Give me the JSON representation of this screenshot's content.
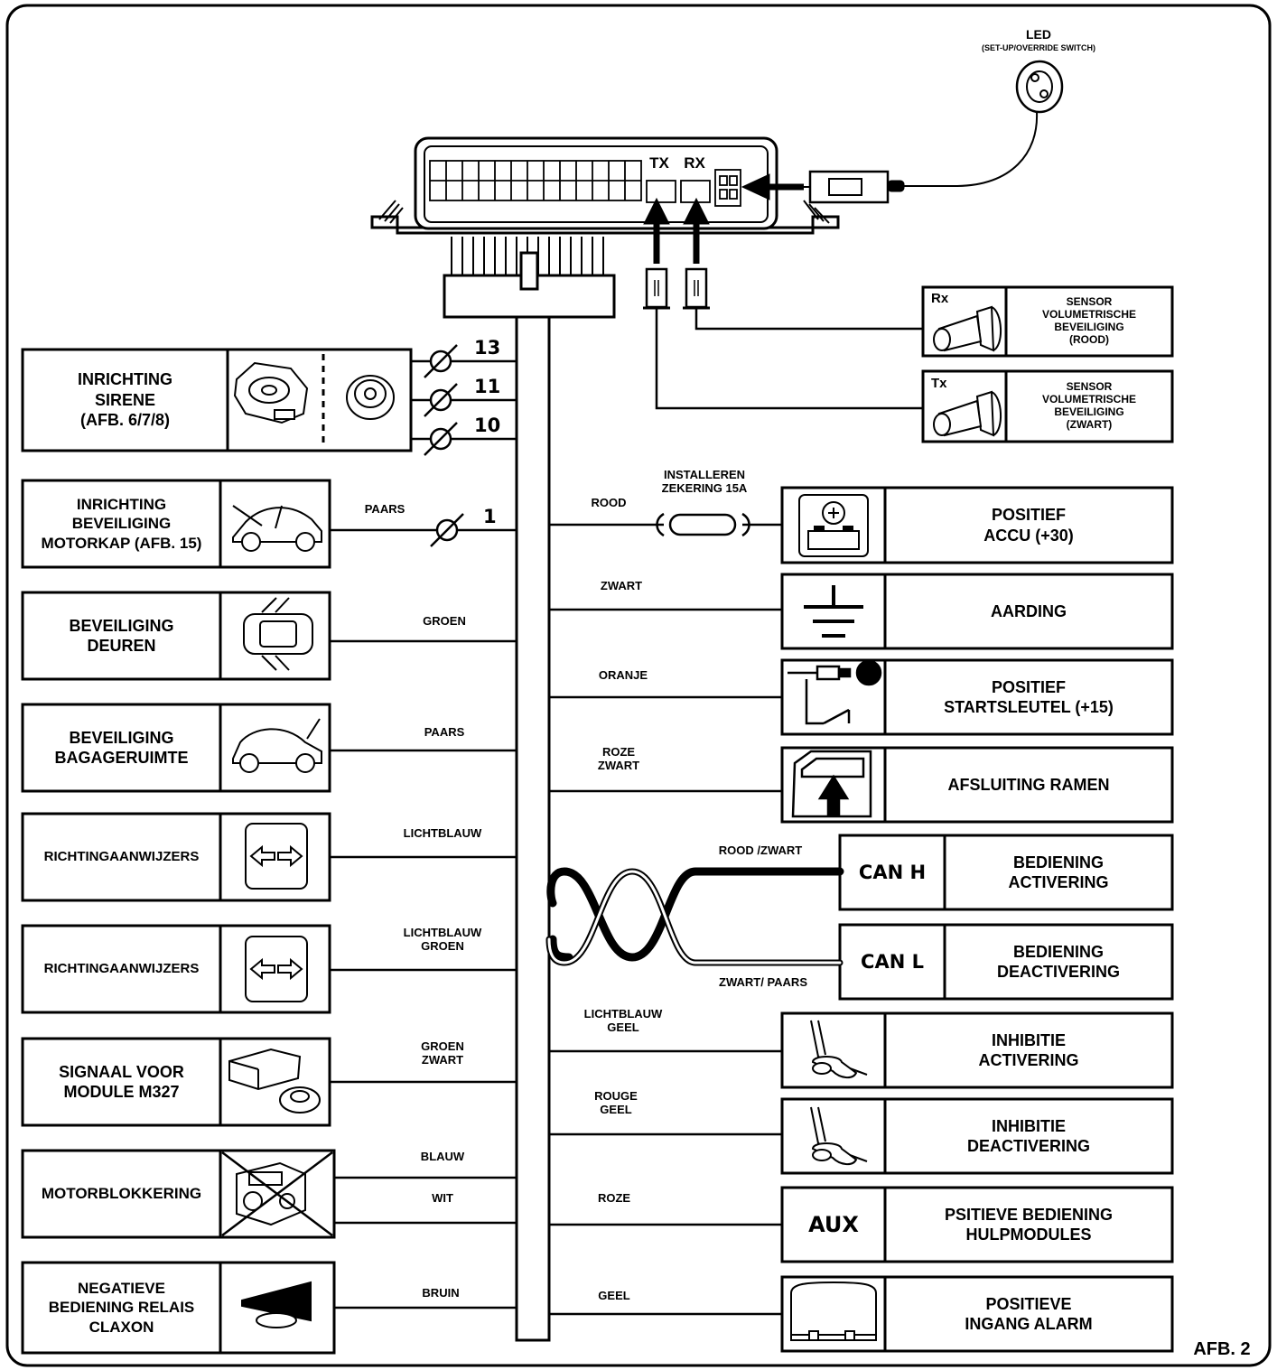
{
  "figure_label": "AFB. 2",
  "led": {
    "title": "LED",
    "subtitle": "(SET-UP/OVERRIDE SWITCH)"
  },
  "ports": {
    "tx": "TX",
    "rx": "RX"
  },
  "sensors": [
    {
      "tag": "Rx",
      "label": "SENSOR\nVOLUMETRISCHE\nBEVEILIGING\n(ROOD)"
    },
    {
      "tag": "Tx",
      "label": "SENSOR\nVOLUMETRISCHE\nBEVEILIGING\n(ZWART)"
    }
  ],
  "left": [
    {
      "label": "INRICHTING\nSIRENE\n(AFB. 6/7/8)",
      "icon": "siren-icon",
      "pins": [
        "13",
        "11",
        "10"
      ]
    },
    {
      "label": "INRICHTING\nBEVEILIGING\nMOTORKAP (AFB. 15)",
      "icon": "car-hood-icon",
      "wire": "PAARS",
      "pin": "1"
    },
    {
      "label": "BEVEILIGING\nDEUREN",
      "icon": "car-doors-icon",
      "wire": "GROEN"
    },
    {
      "label": "BEVEILIGING\nBAGAGERUIMTE",
      "icon": "car-trunk-icon",
      "wire": "PAARS"
    },
    {
      "label": "RICHTINGAANWIJZERS",
      "icon": "turn-signal-icon",
      "wire": "LICHTBLAUW"
    },
    {
      "label": "RICHTINGAANWIJZERS",
      "icon": "turn-signal-icon",
      "wire": "LICHTBLAUW\nGROEN"
    },
    {
      "label": "SIGNAAL VOOR\nMODULE M327",
      "icon": "module-icon",
      "wire": "GROEN\nZWART"
    },
    {
      "label": "MOTORBLOKKERING",
      "icon": "engine-icon",
      "wires": [
        "BLAUW",
        "WIT"
      ]
    },
    {
      "label": "NEGATIEVE\nBEDIENING RELAIS\nCLAXON",
      "icon": "horn-icon",
      "wire": "BRUIN"
    }
  ],
  "right": [
    {
      "label": "POSITIEF\nACCU (+30)",
      "icon": "battery-icon",
      "wire": "ROOD",
      "fuse": "INSTALLEREN\nZEKERING 15A"
    },
    {
      "label": "AARDING",
      "icon": "ground-icon",
      "wire": "ZWART"
    },
    {
      "label": "POSITIEF\nSTARTSLEUTEL (+15)",
      "icon": "ignition-key-icon",
      "wire": "ORANJE"
    },
    {
      "label": "AFSLUITING RAMEN",
      "icon": "window-icon",
      "wire": "ROZE\nZWART"
    },
    {
      "label": "BEDIENING\nACTIVERING",
      "tag": "CAN H",
      "wire": "ROOD /ZWART"
    },
    {
      "label": "BEDIENING\nDEACTIVERING",
      "tag": "CAN L",
      "wire": "ZWART/ PAARS"
    },
    {
      "label": "INHIBITIE\nACTIVERING",
      "icon": "door-handle-icon",
      "wire": "LICHTBLAUW\nGEEL"
    },
    {
      "label": "INHIBITIE\nDEACTIVERING",
      "icon": "door-handle-icon",
      "wire": "ROUGE\nGEEL"
    },
    {
      "label": "PSITIEVE BEDIENING\nHULPMODULES",
      "tag": "AUX",
      "wire": "ROZE"
    },
    {
      "label": "POSITIEVE\nINGANG ALARM",
      "icon": "alarm-unit-icon",
      "wire": "GEEL"
    }
  ]
}
